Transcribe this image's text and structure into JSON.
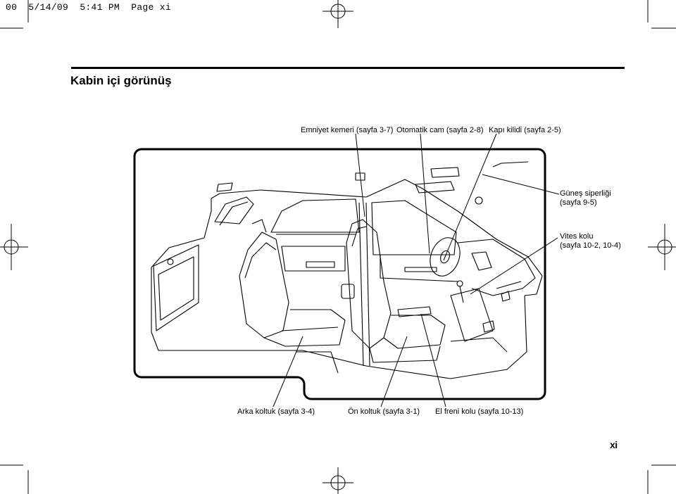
{
  "print_slug": "00  5/14/09  5:41 PM  Page xi",
  "section_title": "Kabin içi görünüş",
  "callouts": {
    "seat_belt": "Emniyet kemeri (sayfa 3-7)",
    "power_window": "Otomatik cam (sayfa 2-8)",
    "door_lock": "Kapı kilidi (sayfa 2-5)",
    "sun_visor_line1": "Güneş siperliği",
    "sun_visor_line2": "(sayfa 9-5)",
    "gear_lever_line1": "Vites kolu",
    "gear_lever_line2": "(sayfa 10-2, 10-4)",
    "rear_seat": "Arka koltuk (sayfa 3-4)",
    "front_seat": "Ön koltuk (sayfa 3-1)",
    "parking_brake": "El freni kolu (sayfa 10-13)"
  },
  "page_number": "xi"
}
